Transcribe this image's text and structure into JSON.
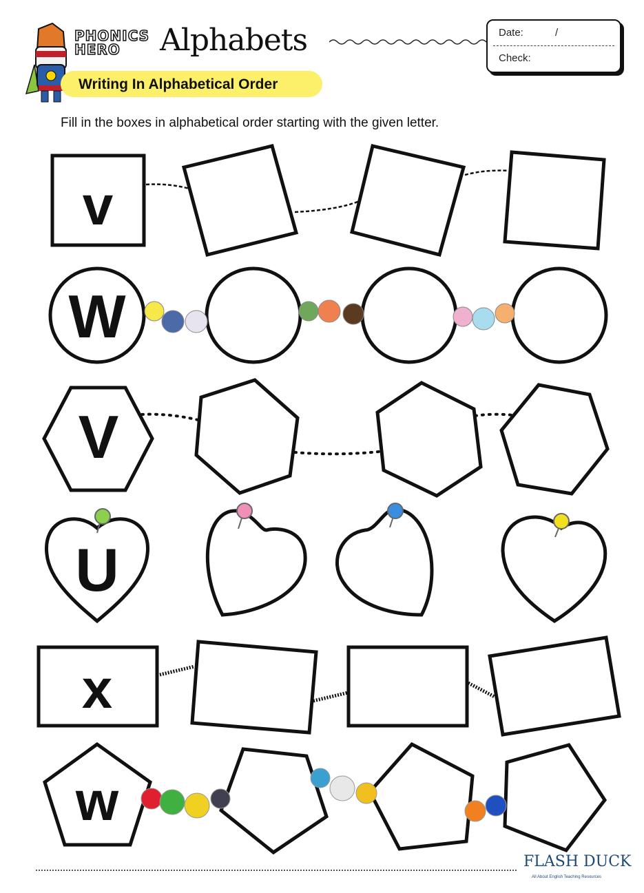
{
  "header": {
    "logo_text": "PHONICS HERO",
    "title": "Alphabets",
    "subtitle": "Writing In Alphabetical Order",
    "date_label": "Date:",
    "date_separator": "/",
    "check_label": "Check:"
  },
  "instructions": "Fill in the boxes in alphabetical order starting with the given letter.",
  "rows": [
    {
      "shape": "square",
      "given_letter": "v"
    },
    {
      "shape": "circle",
      "given_letter": "W"
    },
    {
      "shape": "hexagon",
      "given_letter": "V"
    },
    {
      "shape": "heart",
      "given_letter": "U"
    },
    {
      "shape": "rectangle",
      "given_letter": "x"
    },
    {
      "shape": "pentagon",
      "given_letter": "w"
    }
  ],
  "footer": {
    "brand": "FLASH DUCK",
    "brand_tagline": "All About English  Teaching Resources"
  },
  "colors": {
    "pill": "#fcf06a",
    "brand": "#1c4a78",
    "brand_accent": "#c0202a"
  }
}
